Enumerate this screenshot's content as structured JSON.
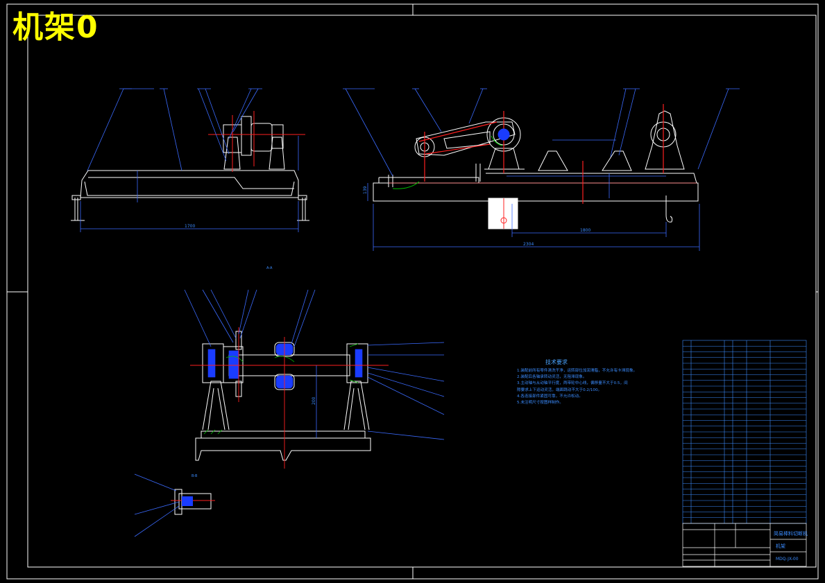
{
  "drawing": {
    "title": "机架0"
  },
  "dimensions": {
    "left_view_length": "1700",
    "right_view_total": "2304",
    "right_view_span": "1800",
    "right_view_height": "139",
    "section_height": "200"
  },
  "section_labels": {
    "a_a": "A-A",
    "b_b": "B-B"
  },
  "tech_notes": {
    "heading": "技术要求",
    "lines": [
      "1.装配前所有零件清洗干净，运转部位加润滑脂，不允许有卡滞现象。",
      "2.装配后各轴承转动灵活，无阻滞现象。",
      "3.主动轴与从动轴平行度，两带轮中心线，偏移量不大于0.5，间",
      "隙要求上下运动灵活，端面跳动不大于0.2/100。",
      "4.各连接部件紧固可靠，不允许松动。",
      "5.未注明尺寸按图样制作。"
    ]
  },
  "title_block": {
    "drawing_name": "简易棒料切断机",
    "part_name": "机架",
    "code": "MDQ-JX-00"
  },
  "colors": {
    "background": "#000000",
    "outline": "#ffffff",
    "centerline": "#ff2020",
    "dimension": "#3b6bff",
    "title": "#ffff00",
    "hatch": "#00c000"
  }
}
